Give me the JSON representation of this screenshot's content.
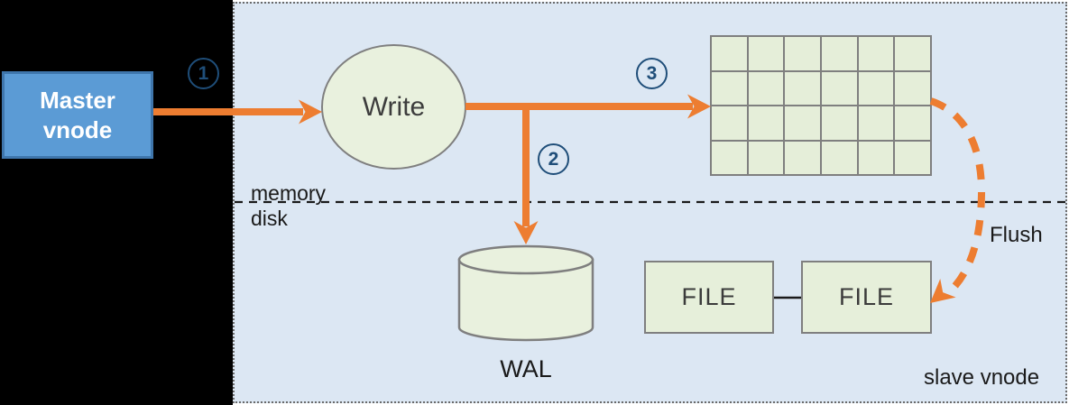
{
  "diagram": {
    "master_box": {
      "line1": "Master",
      "line2": "vnode"
    },
    "write_node": {
      "label": "Write"
    },
    "wal": {
      "label": "WAL"
    },
    "files": [
      {
        "label": "FILE"
      },
      {
        "label": "FILE"
      }
    ],
    "steps": [
      {
        "number": "1"
      },
      {
        "number": "2"
      },
      {
        "number": "3"
      }
    ],
    "labels": {
      "memory": "memory",
      "disk": "disk",
      "flush": "Flush",
      "slave_vnode": "slave vnode"
    },
    "grid": {
      "rows": 4,
      "cols": 6
    }
  },
  "colors": {
    "arrow-orange": "#ed7d31",
    "step-navy": "#1f4e79",
    "panel-bg": "#dce7f3",
    "panel-border": "#6b6b6b",
    "shape-fill": "#e9f1de",
    "shape-border": "#7f7f7f",
    "master-fill": "#5b9bd5",
    "master-border": "#3f76ac",
    "label-dark": "#3d3d3d",
    "text-black": "#1a1a1a",
    "backdrop-black": "#000000"
  }
}
